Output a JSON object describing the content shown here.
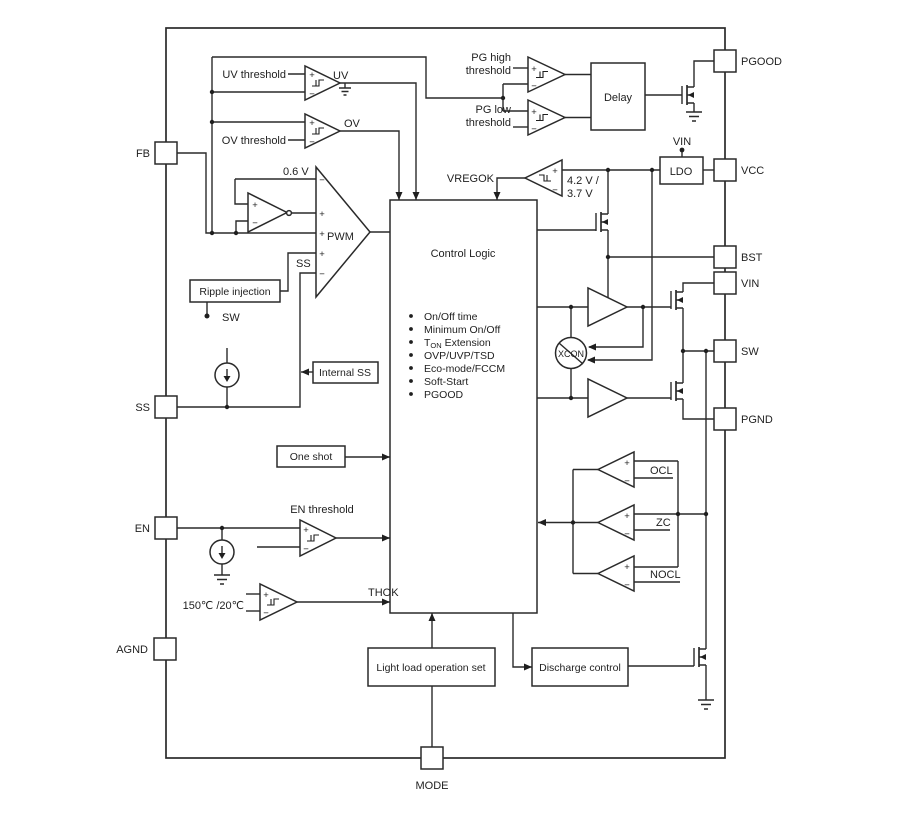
{
  "colors": {
    "line": "#2a2a2a",
    "text": "#1f1f1f",
    "background": "#ffffff"
  },
  "pins": {
    "fb": "FB",
    "ss": "SS",
    "en": "EN",
    "agnd": "AGND",
    "mode": "MODE",
    "pgood": "PGOOD",
    "vcc": "VCC",
    "bst": "BST",
    "vin": "VIN",
    "sw": "SW",
    "pgnd": "PGND"
  },
  "blocks": {
    "control_logic": "Control Logic",
    "delay": "Delay",
    "ldo": "LDO",
    "ripple_injection": "Ripple injection",
    "internal_ss": "Internal SS",
    "one_shot": "One shot",
    "light_load": "Light load operation set",
    "discharge": "Discharge control"
  },
  "control_logic": {
    "items": [
      "On/Off time",
      "Minimum On/Off",
      "TON Extension",
      "OVP/UVP/TSD",
      "Eco-mode/FCCM",
      "Soft-Start",
      "PGOOD"
    ],
    "ton": {
      "pre": "T",
      "sub": "ON",
      "post": " Extension"
    }
  },
  "signals": {
    "uv": "UV",
    "ov": "OV",
    "pwm": "PWM",
    "ss": "SS",
    "sw": "SW",
    "vregok": "VREGOK",
    "thok": "THOK",
    "ocl": "OCL",
    "zc": "ZC",
    "nocl": "NOCL",
    "xcon": "XCON",
    "vin": "VIN"
  },
  "thresholds": {
    "uv": "UV threshold",
    "ov": "OV threshold",
    "pg_high_1": "PG high",
    "pg_high_2": "threshold",
    "pg_low_1": "PG low",
    "pg_low_2": "threshold",
    "en": "EN threshold",
    "vref": "0.6 V",
    "vcc_hi": "4.2 V /",
    "vcc_lo": "3.7 V",
    "temp": "150℃ /20℃"
  },
  "signs": {
    "plus": "+",
    "minus": "−"
  }
}
